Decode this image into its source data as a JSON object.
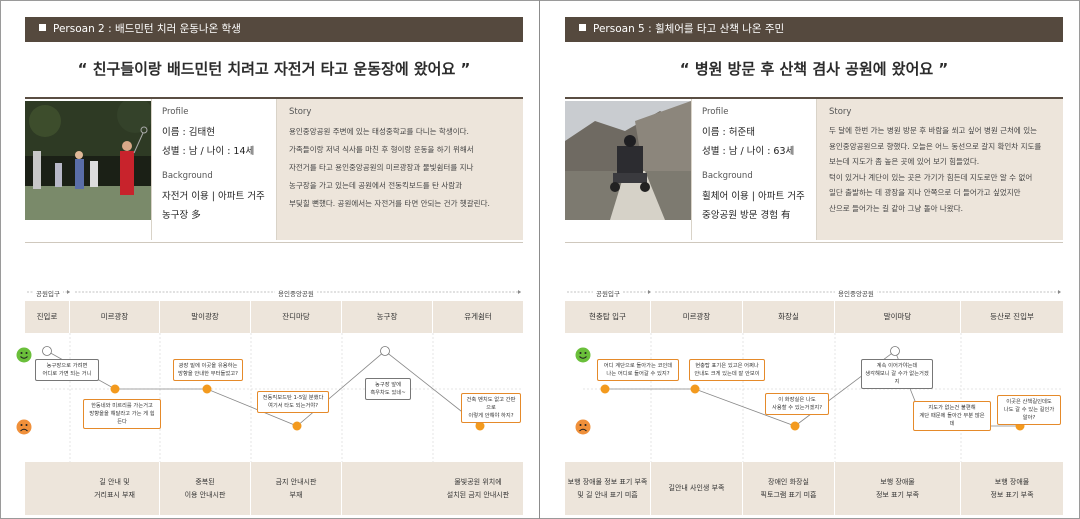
{
  "colors": {
    "header_bg": "#55493e",
    "stage_bg": "#ede5db",
    "accent": "#f39a1e",
    "happy": "#6abf3a",
    "sad": "#f0903a"
  },
  "personas": [
    {
      "header": "Persoan 2 : 배드민턴 치러 운동나온 학생",
      "quote": "“ 친구들이랑 배드민턴 치려고 자전거 타고 운동장에 왔어요 ”",
      "profile_label": "Profile",
      "name": "이름 : 김태현",
      "gender_age": "성별 : 남  /  나이 : 14세",
      "background_label": "Background",
      "background_1": "자전거 이용 | 아파트 거주",
      "background_2": "농구장 多",
      "story_label": "Story",
      "story": "용인중앙공원 주변에 있는 태성중학교를 다니는 학생이다.\n가족들이랑 저녁 식사를 마친 후 형이랑 운동을 하기 위해서\n자전거를 타고 용인중앙공원의 미르광장과 물빛쉼터를 지나\n농구장을 가고 있는데 공원에서 전동킥보드를 탄 사람과\n부딪힐 뻔했다. 공원에서는 자전거를 타면 안되는 건가 헷갈린다.",
      "zones": [
        "공원입구",
        "용인중앙공원"
      ],
      "stages": [
        "진입로",
        "미르광장",
        "말이광장",
        "잔디마당",
        "농구장",
        "유게쉼터"
      ],
      "bubbles": [
        "농구장으로 가려면\n어디로 가면 되는 거니",
        "한동네와 미르리를 가는거고\n방향을을 해달라고 가는 게 힘든다",
        "광장 밑에 이곳을 유용하는\n방향을 안내한 부터들었고?",
        "전동킥보드탄 1-5일 분했다\n여기서 타도 되는거야?",
        "농구장 앞에\n흑우차도 있네~",
        "건축 벤치도 없고 간판으로\n이렇게 안해야 하지?"
      ],
      "pains": [
        "길 안내 및\n거리표시 부재",
        "중복된\n이용 안내시판",
        "금지 안내시판\n부재",
        "물빛공원 위치에\n설치된 금지 안내시판"
      ]
    },
    {
      "header": "Persoan 5 : 휠체어를 타고 산책 나온 주민",
      "quote": "“ 병원 방문 후 산책 겸사 공원에 왔어요 ”",
      "profile_label": "Profile",
      "name": "이름 : 허준태",
      "gender_age": "성별 : 남  /  나이 : 63세",
      "background_label": "Background",
      "background_1": "휠체어 이용 | 아파트 거주",
      "background_2": "중앙공원 방문 경험 有",
      "story_label": "Story",
      "story": "두 달에 한번 가는 병원 방문 후 바람을 쐬고 싶어 병원 근처에 있는\n용인중앙공원으로 향했다. 오늘은 어느 동선으로 갈지 확인차 지도를\n보는데 지도가 좀 높은 곳에 있어 보기 힘들었다.\n턱이 있거나 계단이 있는 곳은 가기가 힘든데 지도로만 알 수 없어\n일단 출발하는 데 광장을 지나 안쪽으로 더 들어가고 싶었지만\n산으로 들어가는 길 같아 그냥 돌아 나왔다.",
      "zones": [
        "공원입구",
        "용인중앙공원"
      ],
      "stages": [
        "현충탑 입구",
        "미르광장",
        "화장실",
        "말이마당",
        "등산로 진입부"
      ],
      "bubbles": [
        "어디 계단으로 돌아가는 코인데\n나는 어디로 들어갈 수 있지?",
        "현충탑 표기은 있고은 어쩌나\n안내도 크게 있는데 잘 안보이",
        "이 화장실은 나도\n사용할 수 있는거겠지?",
        "계속 이어가야는데\n생각해보니 갈 수가 없는거겠지",
        "이곳은 산책길인데도\n나도 갈 수 있는 길인가 알아?",
        "지도가 없는건 불편해\n계단 때문에 돌아간 부분 많은데"
      ],
      "pains": [
        "보행 장애물 정보 표기 부족\n및 길 안내 표기 미흡",
        "길안내 사인생 부족",
        "장애인 화장실\n픽토그램 표기 미흡",
        "보행 장애물\n정보 표기 부족",
        "보행 장애물\n정보 표기 부족"
      ]
    }
  ]
}
